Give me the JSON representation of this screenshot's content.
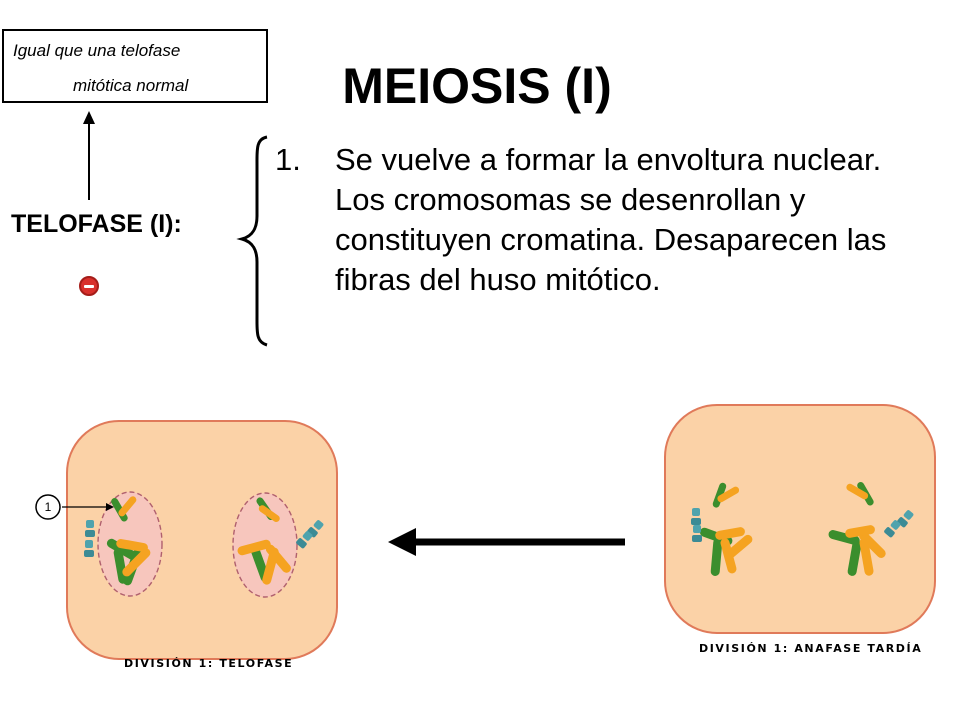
{
  "note": {
    "line1": "Igual que una telofase",
    "line2": "mitótica normal"
  },
  "title": "MEIOSIS (I)",
  "stage_label": "TELOFASE (I):",
  "point": {
    "number": "1.",
    "text": "Se vuelve a formar la envoltura nuclear. Los cromosomas se desenrollan y constituyen cromatina. Desaparecen las fibras del huso mitótico."
  },
  "diagram": {
    "callout_number": "1",
    "left_caption": "DIVISIÓN 1: TELOFASE",
    "right_caption": "DIVISIÓN 1: ANAFASE TARDÍA"
  },
  "colors": {
    "cell_fill": "#fbd2a7",
    "cell_stroke": "#e07a5a",
    "nucleus_fill": "#f7c6bd",
    "chromosome_green": "#3b8e2d",
    "chromosome_orange": "#f5a321",
    "centriole": "#4fa3ad",
    "back_icon": "#d9302c"
  },
  "icons": {
    "back": "back-icon",
    "arrow_up": "arrow-up-icon",
    "arrow_left": "arrow-left-icon"
  }
}
